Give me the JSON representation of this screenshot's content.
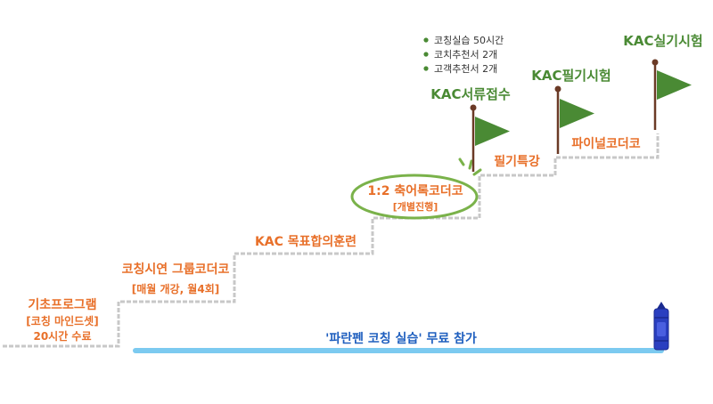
{
  "colors": {
    "step_label": "#e8702a",
    "milestone": "#4a8a34",
    "flag": "#4a8a34",
    "stairs": "#c8c8c8",
    "baseline": "#7ccaf0",
    "crayon": "#2a3fc0",
    "oval": "#7ab24a"
  },
  "steps": [
    {
      "title": "기초프로그램",
      "sub1": "[코칭 마인드셋]",
      "sub2": "20시간 수료"
    },
    {
      "title": "코칭시연 그룹코더코",
      "sub1": "[매월 개강, 월4회]"
    },
    {
      "title": "KAC 목표합의훈련"
    },
    {
      "title": "1:2 축어록코더코",
      "sub1": "[개별진행]"
    },
    {
      "title": "필기특강"
    },
    {
      "title": "파이널코더코"
    }
  ],
  "milestones": [
    {
      "label": "KAC서류접수"
    },
    {
      "label": "KAC필기시험"
    },
    {
      "label": "KAC실기시험"
    }
  ],
  "requirements": [
    "코칭실습 50시간",
    "코치추천서 2개",
    "고객추천서 2개"
  ],
  "baseline_label": "'파란펜 코칭 실습' 무료 참가",
  "icons": [
    "flag-icon",
    "crayon-icon",
    "emphasis-oval-icon",
    "bullet-icon"
  ]
}
